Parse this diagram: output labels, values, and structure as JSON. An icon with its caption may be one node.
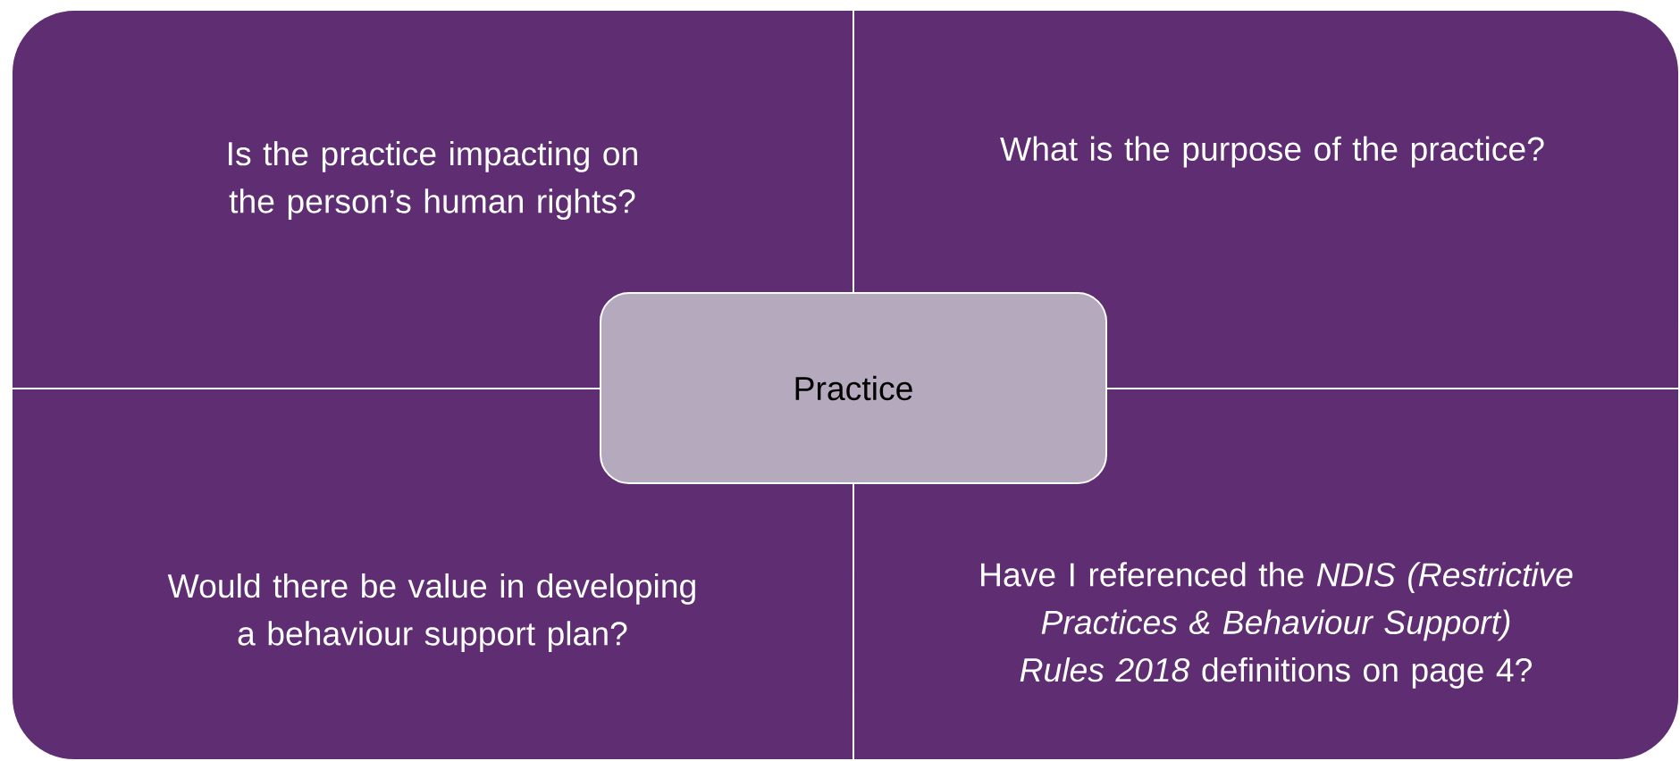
{
  "diagram": {
    "nodes": [
      {
        "text": [
          "Is the practice impacting on the person’s human rights?"
        ]
      },
      {
        "text": [
          "What is the purpose of the practice?"
        ]
      },
      {
        "text": [
          "Practice"
        ]
      },
      {
        "text": [
          "Would there be value in developing a behaviour support plan?"
        ]
      },
      {
        "text": [
          "Have I referenced the *NDIS (Restrictive Practices & Behaviour Support) Rules 2018* definitions on page 4?"
        ]
      }
    ]
  }
}
